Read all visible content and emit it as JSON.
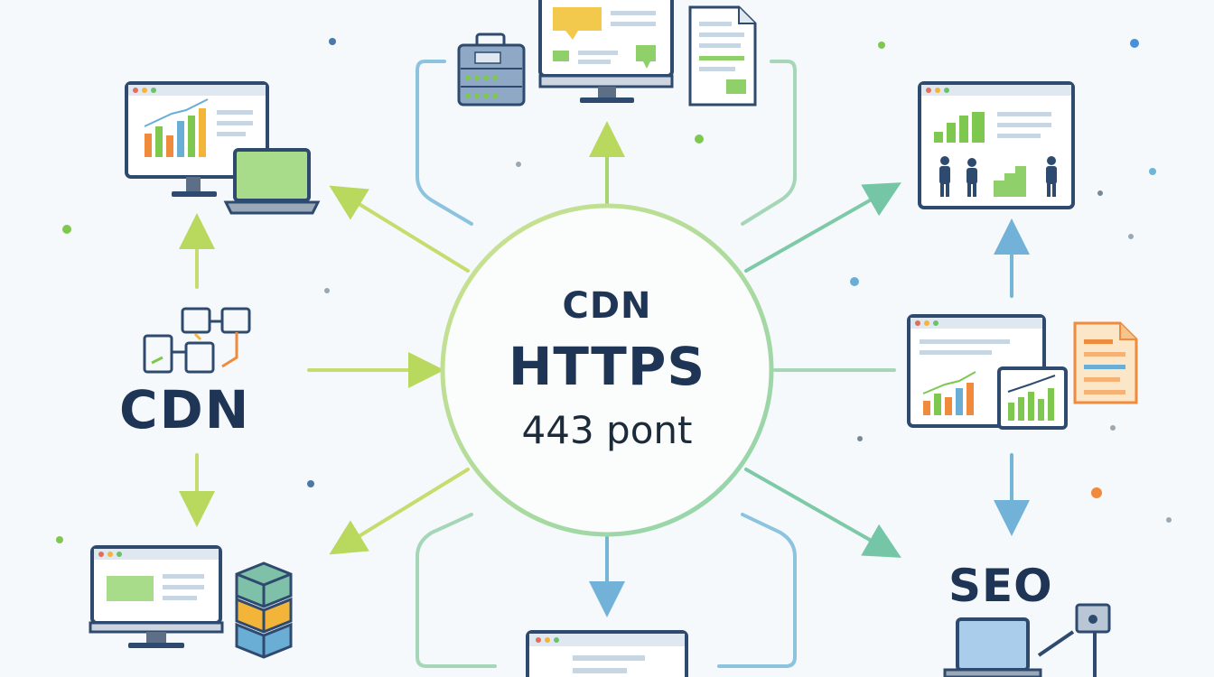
{
  "hub": {
    "line1": "CDN",
    "line2": "HTTPS",
    "line3": "443 pont"
  },
  "left_label": "CDN",
  "right_label": "SEO",
  "icons": [
    "analytics-monitor-icon",
    "laptop-icon",
    "server-icon",
    "web-monitor-icon",
    "document-icon",
    "team-growth-chart-icon",
    "network-flow-icon",
    "dashboard-icon",
    "report-document-icon",
    "webpage-monitor-icon",
    "database-stack-icon",
    "browser-window-icon",
    "seo-laptop-icon"
  ],
  "colors": {
    "navy": "#1f3556",
    "lime": "#b8d65a",
    "teal": "#6cbfa8",
    "blue": "#6aaed6",
    "orange": "#f08a3c",
    "green": "#7ec850"
  }
}
